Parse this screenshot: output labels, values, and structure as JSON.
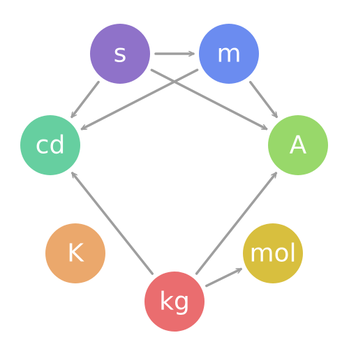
{
  "nodes": [
    {
      "id": "s",
      "label": "s",
      "color": "#8f72c9"
    },
    {
      "id": "m",
      "label": "m",
      "color": "#6b8cf0"
    },
    {
      "id": "cd",
      "label": "cd",
      "color": "#66cfa0"
    },
    {
      "id": "A",
      "label": "A",
      "color": "#98d86a"
    },
    {
      "id": "K",
      "label": "K",
      "color": "#eba86c"
    },
    {
      "id": "mol",
      "label": "mol",
      "color": "#d8bf3e"
    },
    {
      "id": "kg",
      "label": "kg",
      "color": "#ea6d6f"
    }
  ],
  "edges": [
    {
      "from": "s",
      "to": "m"
    },
    {
      "from": "s",
      "to": "cd"
    },
    {
      "from": "s",
      "to": "A"
    },
    {
      "from": "m",
      "to": "cd"
    },
    {
      "from": "m",
      "to": "A"
    },
    {
      "from": "kg",
      "to": "cd"
    },
    {
      "from": "kg",
      "to": "A"
    },
    {
      "from": "kg",
      "to": "mol"
    }
  ],
  "edge_color": "#9e9e9e"
}
